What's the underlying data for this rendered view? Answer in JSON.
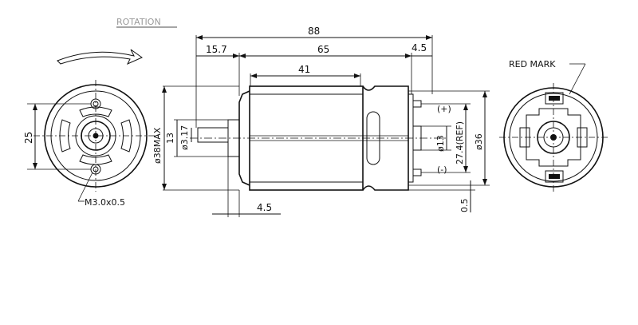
{
  "title": "ROTATION",
  "front_view": {
    "dim_width": "25",
    "screw_note": "M3.0x0.5"
  },
  "side_view": {
    "dim_overall": "88",
    "dim_shaft": "15.7",
    "dim_body": "65",
    "dim_terminal": "4.5",
    "dim_can": "41",
    "dim_max_dia": "ø38MAX",
    "dim_center": "13",
    "dim_shaft_dia": "ø3.17",
    "dim_boss": "4.5",
    "dim_bearing": "ø13",
    "dim_ref": "27.4(REF)",
    "dim_dia": "ø36",
    "dim_offset": "0.5",
    "term_plus": "(+)",
    "term_minus": "(-)"
  },
  "rear_view": {
    "label": "RED MARK"
  }
}
